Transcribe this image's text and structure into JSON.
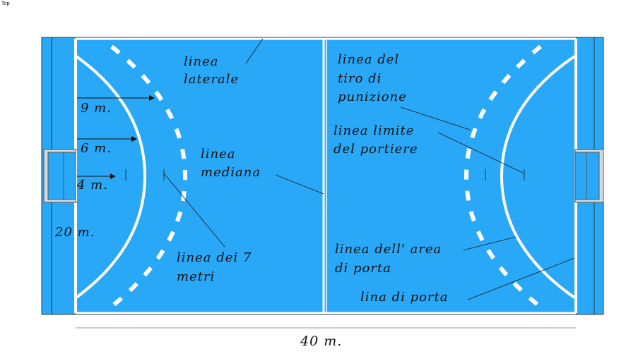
{
  "viewport_label": "Top",
  "colors": {
    "court": "#29a8f8",
    "line": "#ffffff",
    "outline": "#1a1a1a",
    "text": "#111111"
  },
  "labels": {
    "sideline": [
      "linea",
      "laterale"
    ],
    "free_throw": [
      "linea del",
      "tiro di",
      "punizione"
    ],
    "goalkeeper": [
      "linea limite",
      "del portiere"
    ],
    "center": [
      "linea",
      "mediana"
    ],
    "seven_m": [
      "linea dei 7",
      "metri"
    ],
    "goal_area": [
      "linea dell' area",
      "di porta"
    ],
    "goal_line": "lina di porta"
  },
  "dimensions": {
    "nine": "9 m.",
    "six": "6 m.",
    "four": "4 m.",
    "width": "20 m.",
    "length": "40 m."
  }
}
